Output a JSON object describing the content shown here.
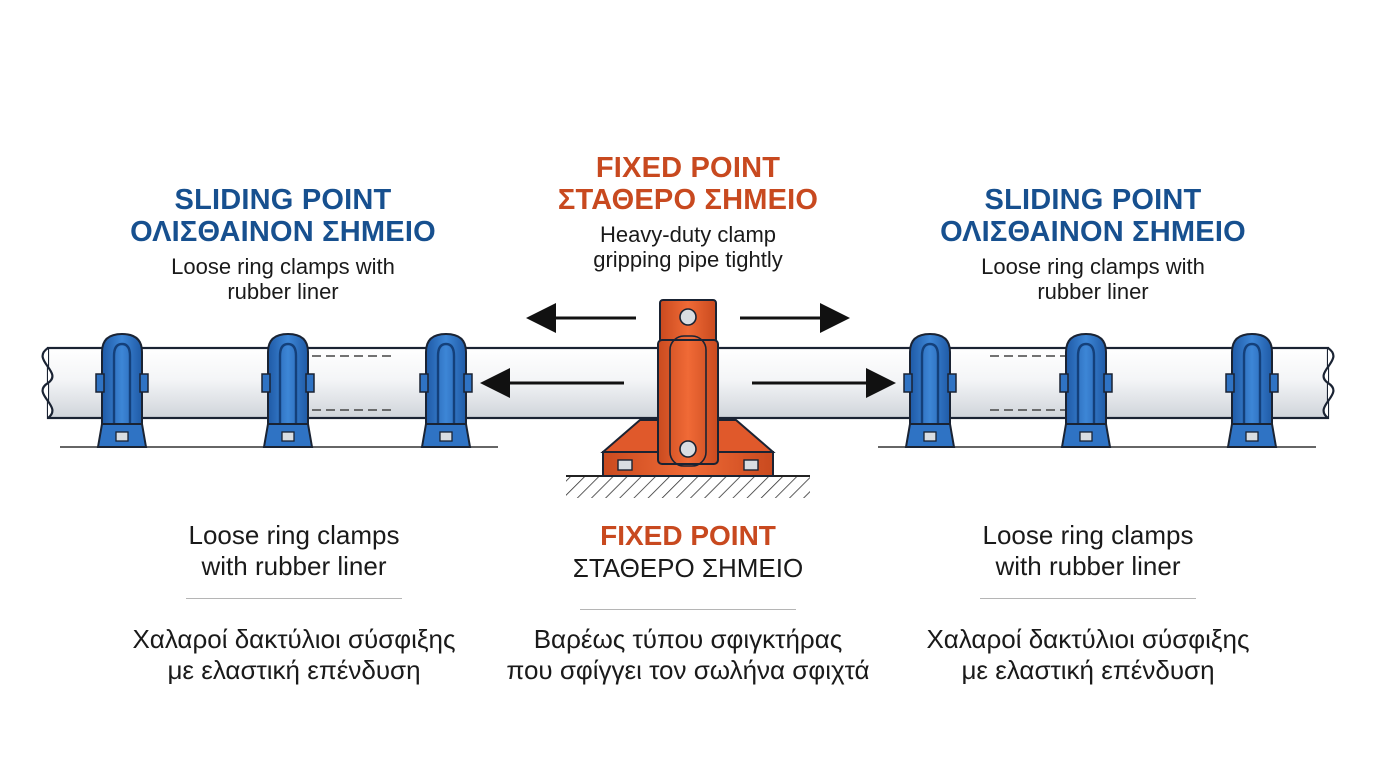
{
  "top_labels": {
    "left": {
      "title_en": "SLIDING POINT",
      "title_gr": "ΟΛΙΣΘΑΙΝΟΝ ΣΗΜΕΙΟ",
      "desc_line1": "Loose ring clamps with",
      "desc_line2": "rubber liner"
    },
    "center": {
      "title_en": "FIXED POINT",
      "title_gr": "ΣΤΑΘΕΡΟ ΣΗΜΕΙΟ",
      "desc_line1": "Heavy-duty clamp",
      "desc_line2": "gripping pipe tightly"
    },
    "right": {
      "title_en": "SLIDING POINT",
      "title_gr": "ΟΛΙΣΘΑΙΝΟΝ ΣΗΜΕΙΟ",
      "desc_line1": "Loose ring clamps with",
      "desc_line2": "rubber liner"
    }
  },
  "bottom_labels": {
    "left": {
      "en_line1": "Loose ring clamps",
      "en_line2": "with rubber liner",
      "gr_line1": "Χαλαροί δακτύλιοι σύσφιξης",
      "gr_line2": "με ελαστική επένδυση"
    },
    "center": {
      "en_title": "FIXED POINT",
      "gr_title": "ΣΤΑΘΕΡΟ ΣΗΜΕΙΟ",
      "gr_line1": "Βαρέως τύπου σφιγκτήρας",
      "gr_line2": "που σφίγγει τον σωλήνα σφιχτά"
    },
    "right": {
      "en_line1": "Loose ring clamps",
      "en_line2": "with rubber liner",
      "gr_line1": "Χαλαροί δακτύλιοι σύσφιξης",
      "gr_line2": "με ελαστική επένδυση"
    }
  },
  "colors": {
    "blue_title": "#17508f",
    "red_title": "#c8491f",
    "clamp_blue": "#2f73c4",
    "fixed_orange": "#e0592b",
    "pipe_fill": "#f4f5f7",
    "outline": "#1a2333"
  }
}
